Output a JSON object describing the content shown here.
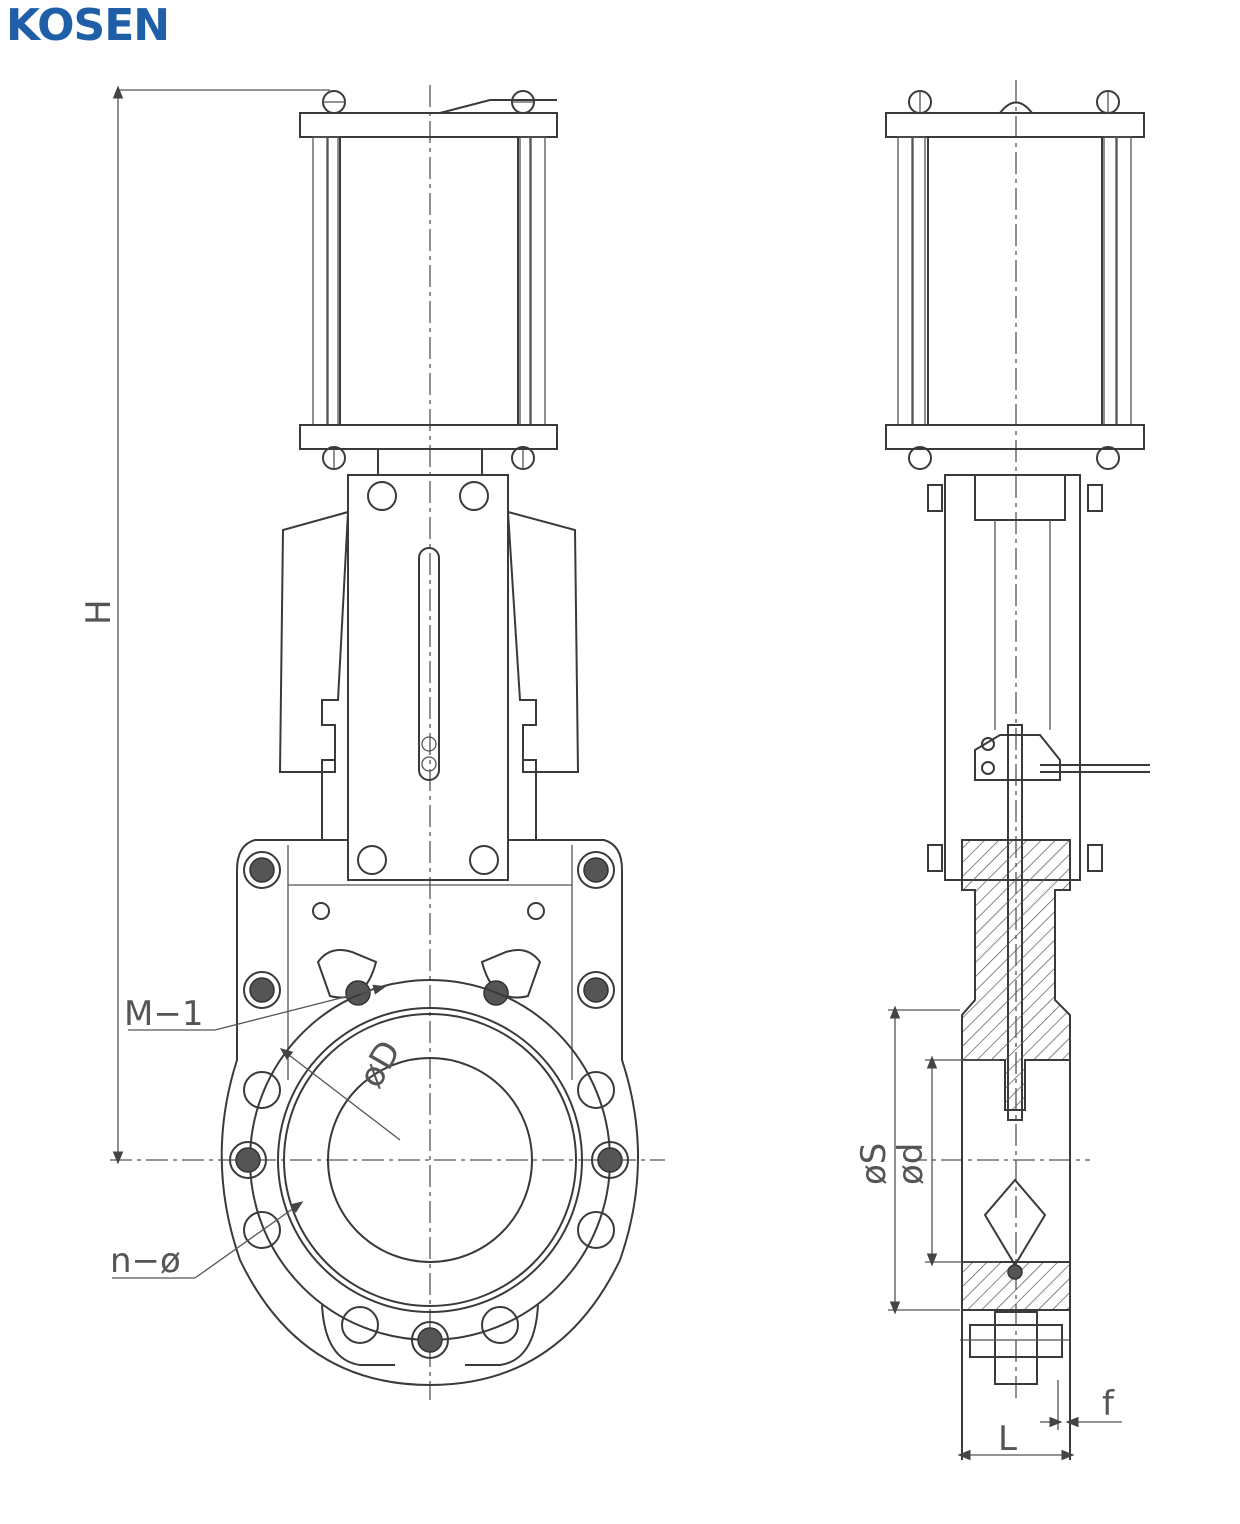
{
  "brand": {
    "name": "KOSEN",
    "color": "#1f5fa8"
  },
  "labels": {
    "height": "H",
    "thread": "M−1",
    "holes": "n−ø",
    "bolt_circle": "øD",
    "seat_dia": "øS",
    "bore_dia": "ød",
    "face_to_face": "L",
    "flange": "f"
  }
}
